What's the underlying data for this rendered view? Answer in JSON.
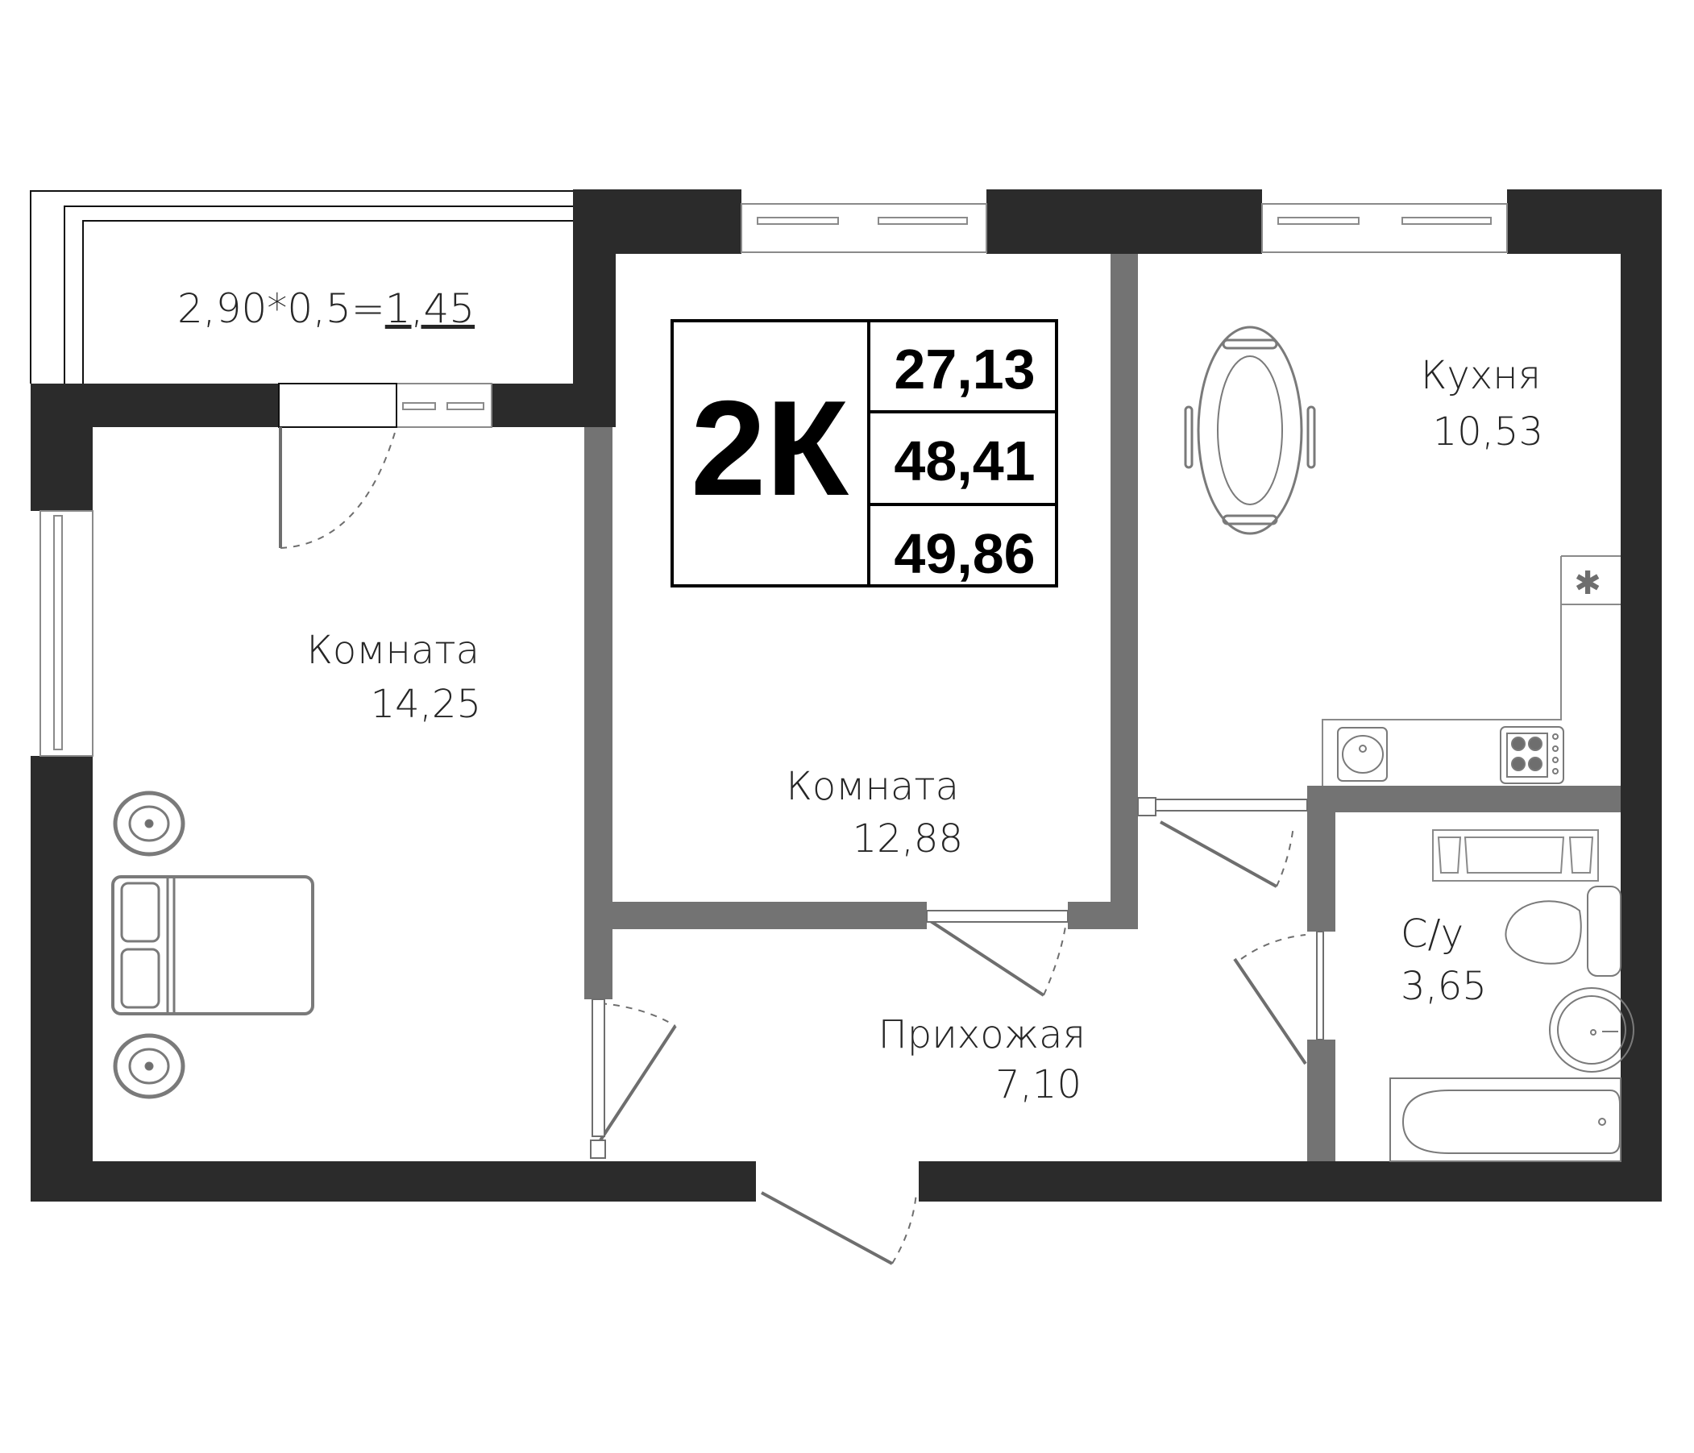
{
  "plan": {
    "type_label": "2К",
    "living_area": "27,13",
    "total_area": "48,41",
    "total_with_balcony": "49,86",
    "balcony_formula": "2,90*0,5=",
    "balcony_area": "1,45"
  },
  "rooms": [
    {
      "name": "Комната",
      "area": "14,25"
    },
    {
      "name": "Комната",
      "area": "12,88"
    },
    {
      "name": "Кухня",
      "area": "10,53"
    },
    {
      "name": "С/у",
      "area": "3,65"
    },
    {
      "name": "Прихожая",
      "area": "7,10"
    }
  ],
  "colors": {
    "outer_wall": "#2b2b2b",
    "inner_wall": "#737373",
    "fixture_line": "#6e6e6e",
    "text": "#262626"
  }
}
